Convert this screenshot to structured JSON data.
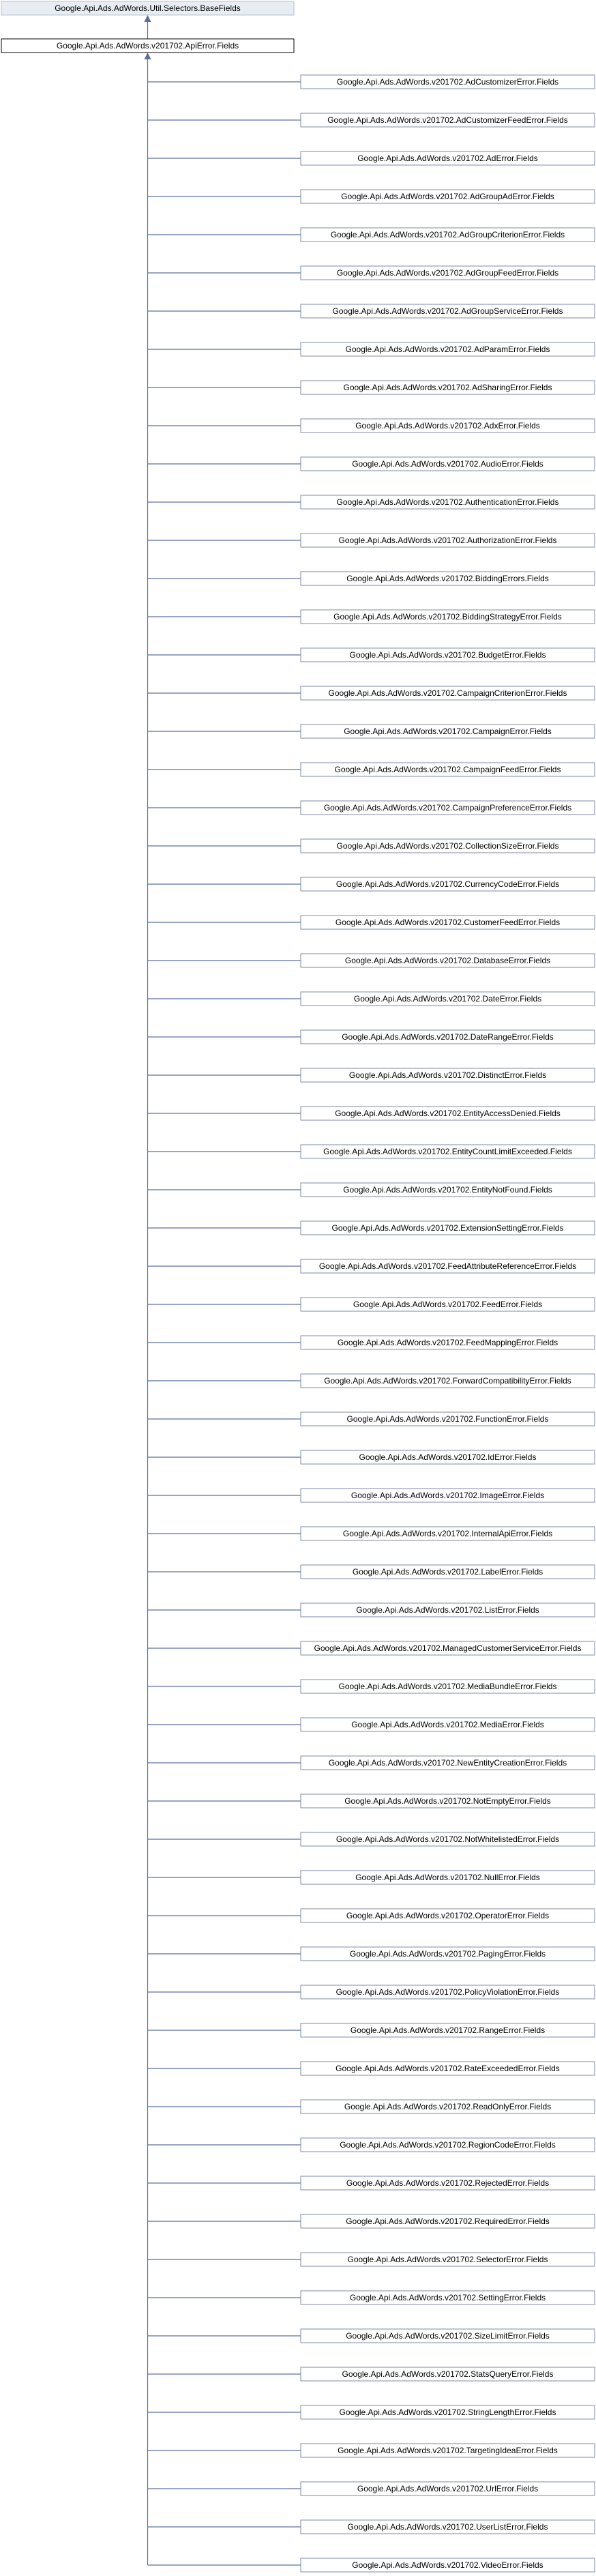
{
  "base_class": {
    "label": "Google.Api.Ads.AdWords.Util.Selectors.BaseFields"
  },
  "self_class": {
    "label": "Google.Api.Ads.AdWords.v201702.ApiError.Fields"
  },
  "child_classes": [
    "Google.Api.Ads.AdWords.v201702.AdCustomizerError.Fields",
    "Google.Api.Ads.AdWords.v201702.AdCustomizerFeedError.Fields",
    "Google.Api.Ads.AdWords.v201702.AdError.Fields",
    "Google.Api.Ads.AdWords.v201702.AdGroupAdError.Fields",
    "Google.Api.Ads.AdWords.v201702.AdGroupCriterionError.Fields",
    "Google.Api.Ads.AdWords.v201702.AdGroupFeedError.Fields",
    "Google.Api.Ads.AdWords.v201702.AdGroupServiceError.Fields",
    "Google.Api.Ads.AdWords.v201702.AdParamError.Fields",
    "Google.Api.Ads.AdWords.v201702.AdSharingError.Fields",
    "Google.Api.Ads.AdWords.v201702.AdxError.Fields",
    "Google.Api.Ads.AdWords.v201702.AudioError.Fields",
    "Google.Api.Ads.AdWords.v201702.AuthenticationError.Fields",
    "Google.Api.Ads.AdWords.v201702.AuthorizationError.Fields",
    "Google.Api.Ads.AdWords.v201702.BiddingErrors.Fields",
    "Google.Api.Ads.AdWords.v201702.BiddingStrategyError.Fields",
    "Google.Api.Ads.AdWords.v201702.BudgetError.Fields",
    "Google.Api.Ads.AdWords.v201702.CampaignCriterionError.Fields",
    "Google.Api.Ads.AdWords.v201702.CampaignError.Fields",
    "Google.Api.Ads.AdWords.v201702.CampaignFeedError.Fields",
    "Google.Api.Ads.AdWords.v201702.CampaignPreferenceError.Fields",
    "Google.Api.Ads.AdWords.v201702.CollectionSizeError.Fields",
    "Google.Api.Ads.AdWords.v201702.CurrencyCodeError.Fields",
    "Google.Api.Ads.AdWords.v201702.CustomerFeedError.Fields",
    "Google.Api.Ads.AdWords.v201702.DatabaseError.Fields",
    "Google.Api.Ads.AdWords.v201702.DateError.Fields",
    "Google.Api.Ads.AdWords.v201702.DateRangeError.Fields",
    "Google.Api.Ads.AdWords.v201702.DistinctError.Fields",
    "Google.Api.Ads.AdWords.v201702.EntityAccessDenied.Fields",
    "Google.Api.Ads.AdWords.v201702.EntityCountLimitExceeded.Fields",
    "Google.Api.Ads.AdWords.v201702.EntityNotFound.Fields",
    "Google.Api.Ads.AdWords.v201702.ExtensionSettingError.Fields",
    "Google.Api.Ads.AdWords.v201702.FeedAttributeReferenceError.Fields",
    "Google.Api.Ads.AdWords.v201702.FeedError.Fields",
    "Google.Api.Ads.AdWords.v201702.FeedMappingError.Fields",
    "Google.Api.Ads.AdWords.v201702.ForwardCompatibilityError.Fields",
    "Google.Api.Ads.AdWords.v201702.FunctionError.Fields",
    "Google.Api.Ads.AdWords.v201702.IdError.Fields",
    "Google.Api.Ads.AdWords.v201702.ImageError.Fields",
    "Google.Api.Ads.AdWords.v201702.InternalApiError.Fields",
    "Google.Api.Ads.AdWords.v201702.LabelError.Fields",
    "Google.Api.Ads.AdWords.v201702.ListError.Fields",
    "Google.Api.Ads.AdWords.v201702.ManagedCustomerServiceError.Fields",
    "Google.Api.Ads.AdWords.v201702.MediaBundleError.Fields",
    "Google.Api.Ads.AdWords.v201702.MediaError.Fields",
    "Google.Api.Ads.AdWords.v201702.NewEntityCreationError.Fields",
    "Google.Api.Ads.AdWords.v201702.NotEmptyError.Fields",
    "Google.Api.Ads.AdWords.v201702.NotWhitelistedError.Fields",
    "Google.Api.Ads.AdWords.v201702.NullError.Fields",
    "Google.Api.Ads.AdWords.v201702.OperatorError.Fields",
    "Google.Api.Ads.AdWords.v201702.PagingError.Fields",
    "Google.Api.Ads.AdWords.v201702.PolicyViolationError.Fields",
    "Google.Api.Ads.AdWords.v201702.RangeError.Fields",
    "Google.Api.Ads.AdWords.v201702.RateExceededError.Fields",
    "Google.Api.Ads.AdWords.v201702.ReadOnlyError.Fields",
    "Google.Api.Ads.AdWords.v201702.RegionCodeError.Fields",
    "Google.Api.Ads.AdWords.v201702.RejectedError.Fields",
    "Google.Api.Ads.AdWords.v201702.RequiredError.Fields",
    "Google.Api.Ads.AdWords.v201702.SelectorError.Fields",
    "Google.Api.Ads.AdWords.v201702.SettingError.Fields",
    "Google.Api.Ads.AdWords.v201702.SizeLimitError.Fields",
    "Google.Api.Ads.AdWords.v201702.StatsQueryError.Fields",
    "Google.Api.Ads.AdWords.v201702.StringLengthError.Fields",
    "Google.Api.Ads.AdWords.v201702.TargetingIdeaError.Fields",
    "Google.Api.Ads.AdWords.v201702.UrlError.Fields",
    "Google.Api.Ads.AdWords.v201702.UserListError.Fields",
    "Google.Api.Ads.AdWords.v201702.VideoError.Fields"
  ],
  "colors": {
    "base_fill": "#e8edf3",
    "base_border": "#b4bfd0",
    "self_border": "#000000",
    "child_border": "#7b8bab",
    "edge": "#5a6fa0"
  }
}
